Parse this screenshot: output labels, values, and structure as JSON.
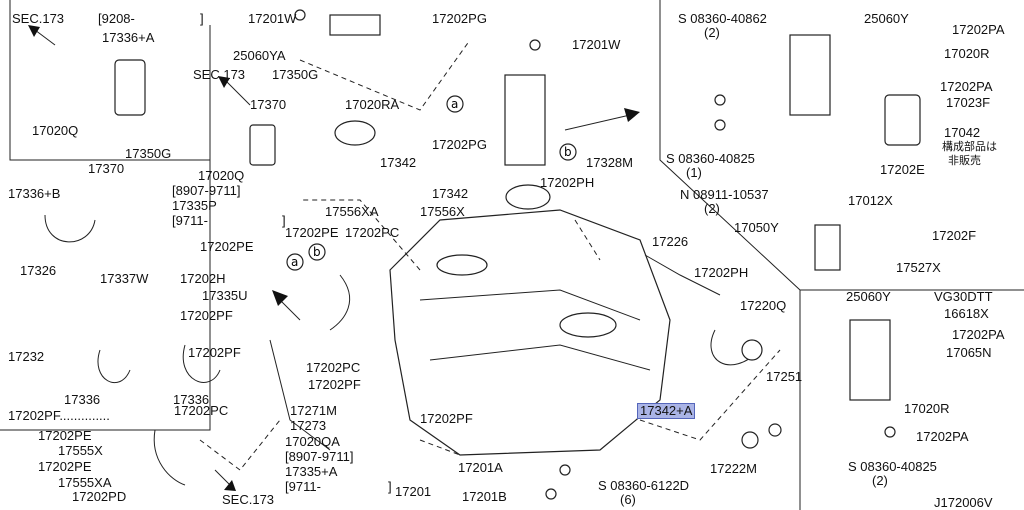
{
  "labels": {
    "sec173_tl": "SEC.173",
    "date_9208": "[9208-",
    "bracket_close_tl": "]",
    "p17201W_top": "17201W",
    "p17202PG_top": "17202PG",
    "p17336A": "17336+A",
    "p25060YA": "25060YA",
    "p17201W_mid": "17201W",
    "sec173_mid": "SEC.173",
    "p17350G_top": "17350G",
    "p17370_mid": "17370",
    "p17020RA": "17020RA",
    "p17020Q_left": "17020Q",
    "p17350G_left": "17350G",
    "p17370_left": "17370",
    "p17342_top": "17342",
    "p17202PG_mid": "17202PG",
    "p17020Q_mid": "17020Q",
    "date_8907_9711": "[8907-9711]",
    "p17335P": "17335P",
    "date_9711": "[9711-",
    "p17328M": "17328M",
    "p17336B": "17336+B",
    "p17342_mid": "17342",
    "p17202PH_top": "17202PH",
    "p17556XA": "17556XA",
    "p17556X": "17556X",
    "bracket_close_mid": "]",
    "p17202PE_a": "17202PE",
    "p17202PE_b": "17202PE",
    "p17202PC_a": "17202PC",
    "p17226": "17226",
    "p17326": "17326",
    "p17337W": "17337W",
    "p17202H": "17202H",
    "p17335U": "17335U",
    "p17202PH_mid": "17202PH",
    "p17220Q": "17220Q",
    "p17202PF_a": "17202PF",
    "p17232": "17232",
    "p17202PF_b": "17202PF",
    "p17202PC_b": "17202PC",
    "p17202PF_c": "17202PF",
    "p17251": "17251",
    "p17336": "17336",
    "p17202PF_dots": "17202PF..............",
    "p17202PC_c": "17202PC",
    "p17271M": "17271M",
    "p17273": "17273",
    "p17202PF_d": "17202PF",
    "p17342A": "17342+A",
    "p17202PE_c": "17202PE",
    "p17555X": "17555X",
    "p17020QA": "17020QA",
    "date_8907_9711_b": "[8907-9711]",
    "p17335A": "17335+A",
    "date_9711_b": "[9711-",
    "p17202PE_d": "17202PE",
    "p17201A": "17201A",
    "p17222M": "17222M",
    "p17555XA": "17555XA",
    "p17202PD": "17202PD",
    "bracket_close_b": "]",
    "p17201": "17201",
    "p17201B": "17201B",
    "p08360_6122D": "S 08360-6122D",
    "qty_6": "(6)",
    "sec173_bottom": "SEC.173",
    "r_08360_40862": "S 08360-40862",
    "r_qty_2a": "(2)",
    "r_25060Y": "25060Y",
    "r_17202PA_a": "17202PA",
    "r_17020R": "17020R",
    "r_17202PA_b": "17202PA",
    "r_17023F": "17023F",
    "r_17042": "17042",
    "r_jp_note1": "構成部品は",
    "r_jp_note2": "非販売",
    "r_08360_40825": "S 08360-40825",
    "r_qty_1": "(1)",
    "r_17202E": "17202E",
    "r_08911_10537": "N 08911-10537",
    "r_qty_2b": "(2)",
    "r_17012X": "17012X",
    "r_17050Y": "17050Y",
    "r_17202F": "17202F",
    "r_17527X": "17527X",
    "v_25060Y": "25060Y",
    "v_VG30DTT": "VG30DTT",
    "v_16618X": "16618X",
    "v_17202PA_a": "17202PA",
    "v_17065N": "17065N",
    "v_17020R": "17020R",
    "v_17202PA_b": "17202PA",
    "v_08360_40825": "S 08360-40825",
    "v_qty_2": "(2)",
    "diagram_id": "J172006V"
  },
  "colors": {
    "highlight": "#aab4e6",
    "line": "#222222"
  }
}
